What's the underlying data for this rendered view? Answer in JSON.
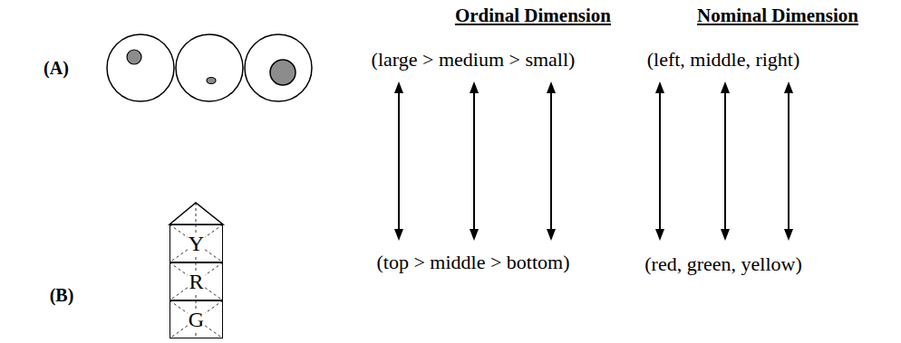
{
  "diagram": {
    "nodes": [
      {
        "text": [
          "Y"
        ]
      },
      {
        "text": [
          "R"
        ]
      },
      {
        "text": [
          "G"
        ]
      }
    ],
    "labels": [
      "Ordinal Dimension",
      "Nominal Dimension",
      "(A)",
      "(large > medium > small)",
      "(left, middle, right)",
      "(B)",
      "(top > middle > bottom)",
      "(red, green, yellow)"
    ]
  }
}
